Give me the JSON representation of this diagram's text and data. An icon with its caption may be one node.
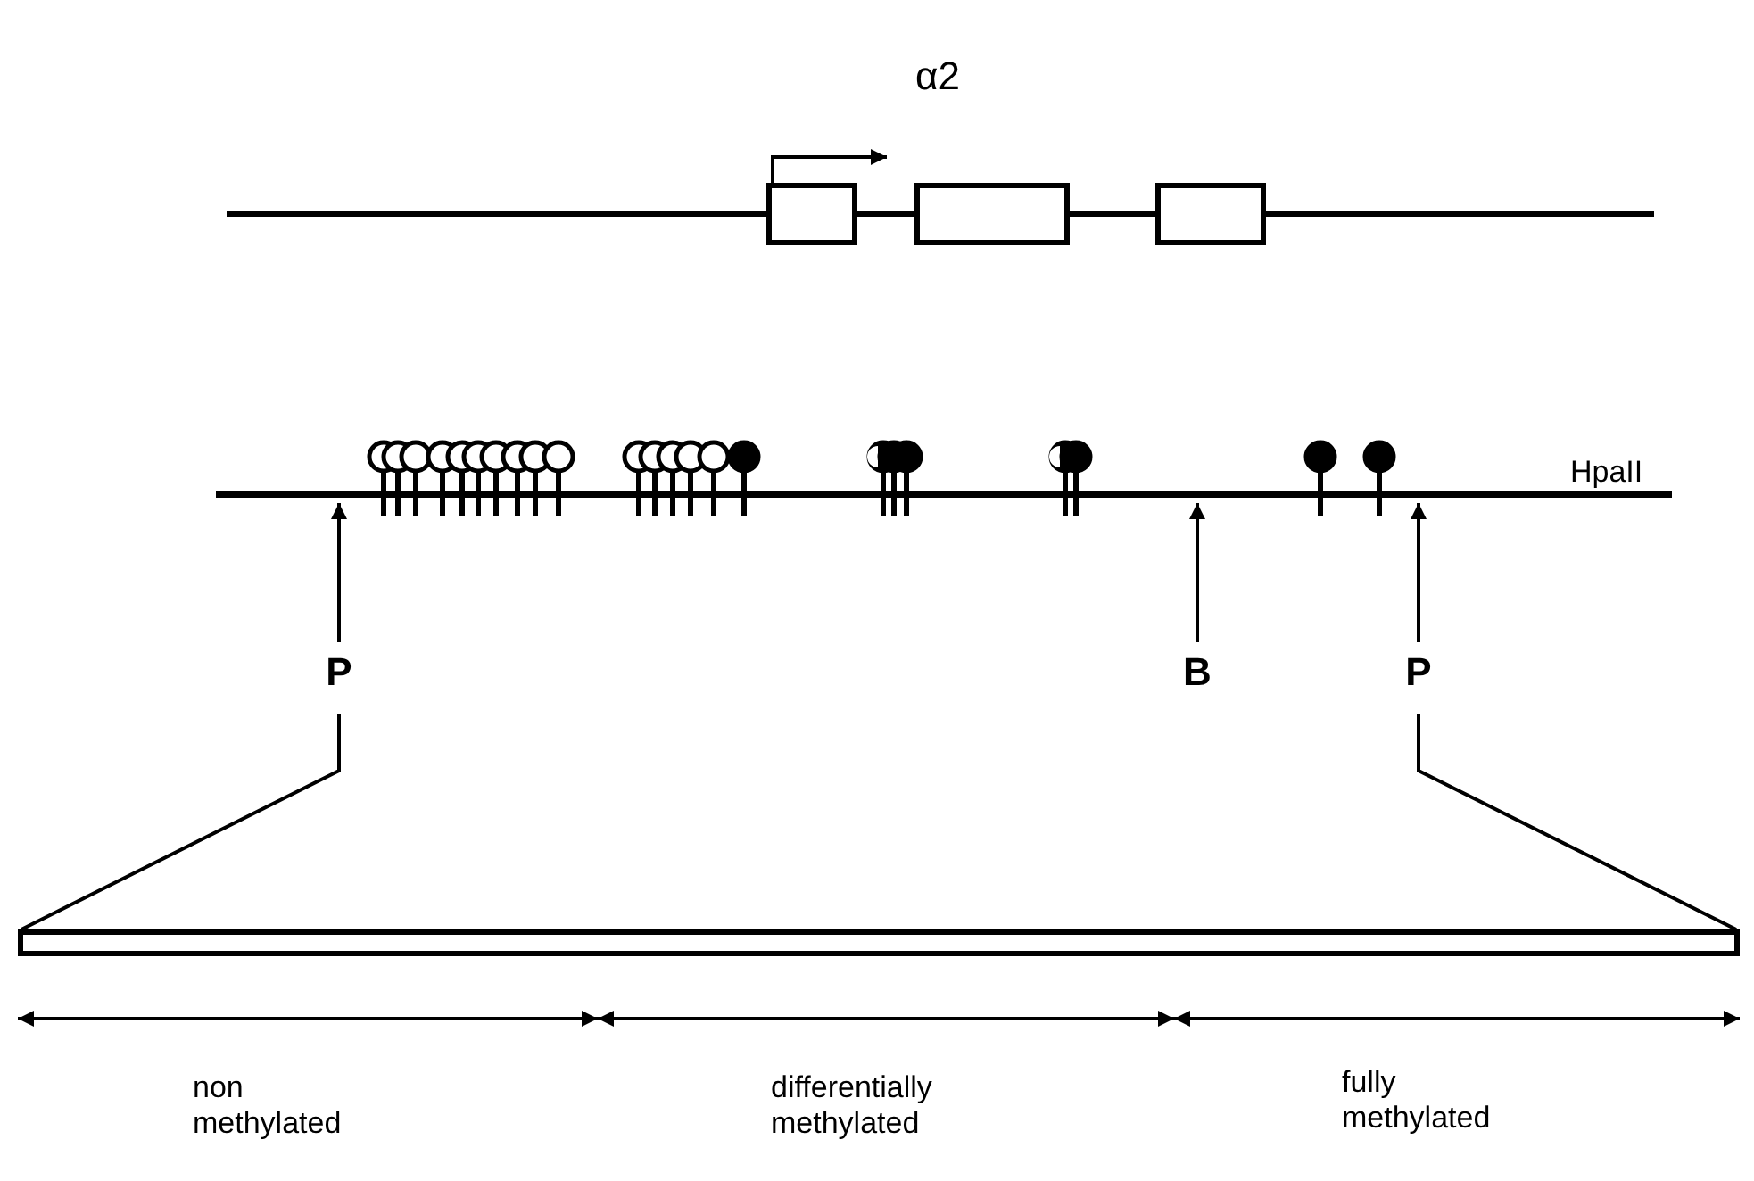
{
  "diagram": {
    "nodes": [
      {
        "text": [],
        "shape": "line"
      },
      {
        "text": [
          "P"
        ]
      },
      {
        "text": [
          "B"
        ]
      },
      {
        "text": [
          "P"
        ]
      },
      {
        "text": [],
        "shape": "bar"
      }
    ],
    "edges": [
      {
        "from": 1,
        "to": 0,
        "arrow": "to"
      },
      {
        "from": 2,
        "to": 0,
        "arrow": "to"
      },
      {
        "from": 3,
        "to": 0,
        "arrow": "to"
      },
      {
        "from": 1,
        "to": 4,
        "arrow": "none"
      },
      {
        "from": 3,
        "to": 4,
        "arrow": "none"
      }
    ],
    "labels": [
      "α2",
      "HpaII",
      "non methylated",
      "differentially methylated",
      "fully methylated"
    ]
  }
}
